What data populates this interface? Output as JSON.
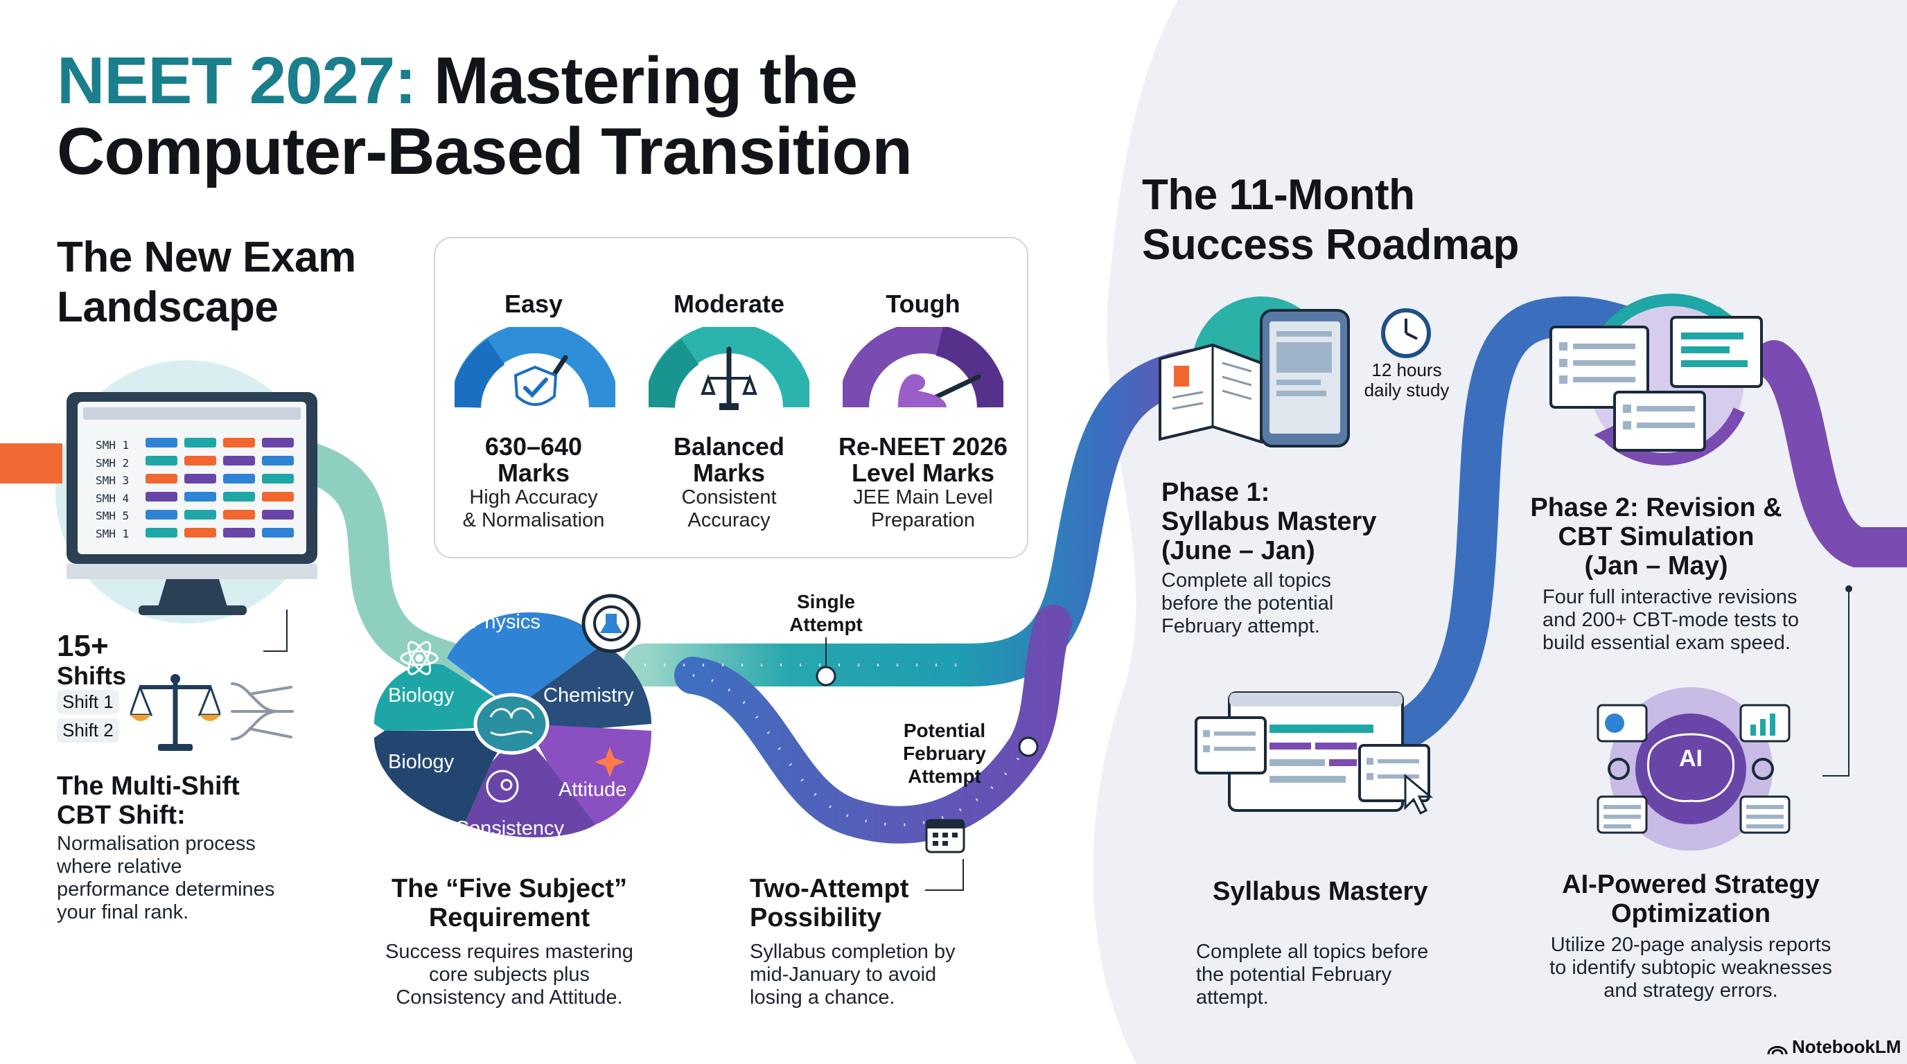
{
  "title": {
    "accent": "NEET 2027:",
    "rest_line1": " Mastering the",
    "line2": "Computer-Based Transition"
  },
  "landscape": {
    "heading_l1": "The New Exam",
    "heading_l2": "Landscape",
    "monitor_rows": [
      "SMH 1",
      "SMH 2",
      "SMH 3",
      "SMH 4",
      "SMH 5",
      "SMH 1"
    ],
    "shifts_count": "15+",
    "shifts_label": "Shifts",
    "shift_chip_1": "Shift 1",
    "shift_chip_2": "Shift 2",
    "multishift_title_l1": "The Multi-Shift",
    "multishift_title_l2": "CBT Shift:",
    "multishift_body": [
      "Normalisation process",
      "where relative",
      "performance determines",
      "your final rank."
    ]
  },
  "difficulty": {
    "gauges": [
      {
        "level": "Easy",
        "marks_l1": "630–640",
        "marks_l2": "Marks",
        "sub_l1": "High Accuracy",
        "sub_l2": "& Normalisation"
      },
      {
        "level": "Moderate",
        "marks_l1": "Balanced",
        "marks_l2": "Marks",
        "sub_l1": "Consistent",
        "sub_l2": "Accuracy"
      },
      {
        "level": "Tough",
        "marks_l1": "Re-NEET 2026",
        "marks_l2": "Level Marks",
        "sub_l1": "JEE Main Level",
        "sub_l2": "Preparation"
      }
    ]
  },
  "five_subject": {
    "petals": [
      "Physics",
      "Biology",
      "Chemistry",
      "Biology",
      "Attitude",
      "Consistency"
    ],
    "title_l1": "The “Five Subject”",
    "title_l2": "Requirement",
    "body": [
      "Success requires mastering",
      "core subjects plus",
      "Consistency and Attitude."
    ]
  },
  "attempts": {
    "single_l1": "Single",
    "single_l2": "Attempt",
    "potential_l1": "Potential",
    "potential_l2": "February",
    "potential_l3": "Attempt",
    "title_l1": "Two-Attempt",
    "title_l2": "Possibility",
    "body": [
      "Syllabus completion by",
      "mid-January to avoid",
      "losing a chance."
    ]
  },
  "roadmap": {
    "heading_l1": "The 11-Month",
    "heading_l2": "Success Roadmap",
    "clock_l1": "12 hours",
    "clock_l2": "daily study",
    "phase1_l1": "Phase 1:",
    "phase1_l2": "Syllabus Mastery",
    "phase1_l3": "(June – Jan)",
    "phase1_body": [
      "Complete all topics",
      "before the potential",
      "February attempt."
    ],
    "phase2_l1": "Phase 2: Revision &",
    "phase2_l2": "CBT Simulation",
    "phase2_l3": "(Jan – May)",
    "phase2_body": [
      "Four full interactive revisions",
      "and 200+ CBT-mode tests to",
      "build essential exam speed."
    ],
    "mastery_title": "Syllabus Mastery",
    "mastery_body": [
      "Complete all topics before",
      "the potential February",
      "attempt."
    ],
    "ai_badge": "AI",
    "ai_title_l1": "AI-Powered Strategy",
    "ai_title_l2": "Optimization",
    "ai_body": [
      "Utilize 20-page analysis reports",
      "to identify subtopic weaknesses",
      "and strategy errors."
    ]
  },
  "footer": {
    "brand": "NotebookLM"
  },
  "colors": {
    "teal": "#1ca6a8",
    "blue": "#2f78c4",
    "purple": "#7a4bb0",
    "orange": "#f2662f",
    "accent_title": "#1a7e8c"
  }
}
